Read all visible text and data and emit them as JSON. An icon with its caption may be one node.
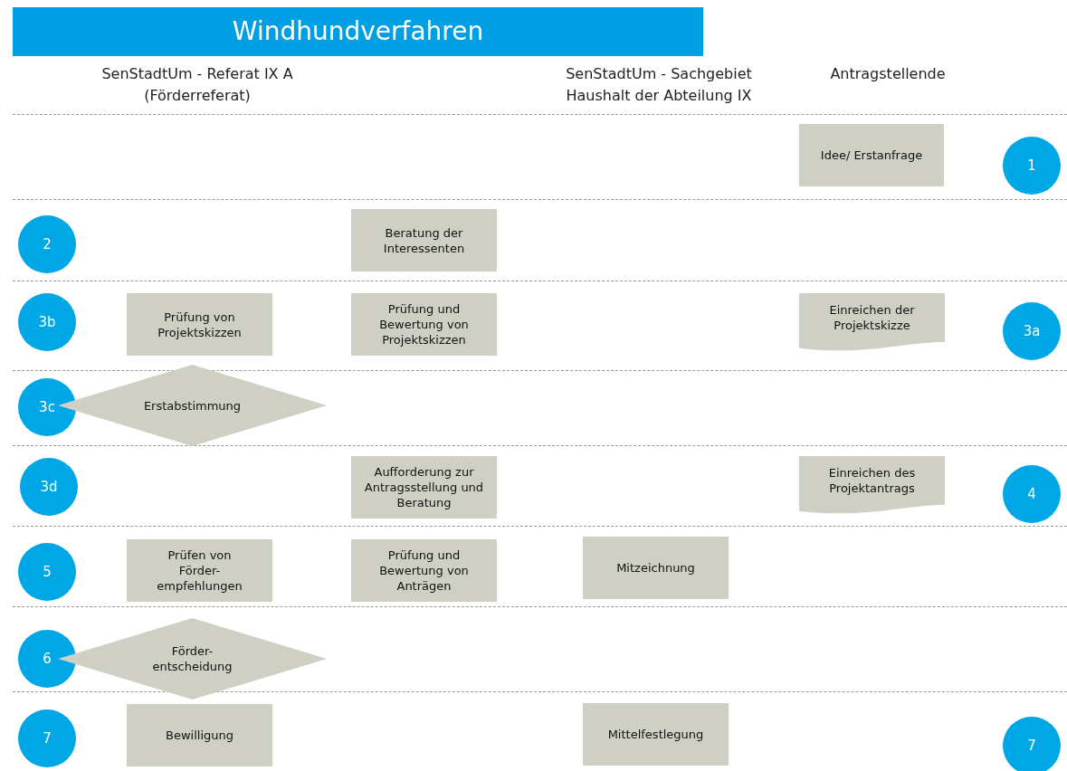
{
  "diagram": {
    "title": "Windhundverfahren",
    "nodes": [
      {
        "text": [
          "Idee/ Erstanfrage"
        ]
      },
      {
        "text": [
          "1"
        ]
      },
      {
        "text": [
          "2"
        ]
      },
      {
        "text": [
          "Beratung der Interessenten"
        ]
      },
      {
        "text": [
          "3b"
        ]
      },
      {
        "text": [
          "Prüfung von Projektskizzen"
        ]
      },
      {
        "text": [
          "Prüfung und Bewertung von Projektskizzen"
        ]
      },
      {
        "text": [
          "Einreichen der Projektskizze"
        ]
      },
      {
        "text": [
          "3a"
        ]
      },
      {
        "text": [
          "3c"
        ]
      },
      {
        "text": [
          "Erstabstimmung"
        ]
      },
      {
        "text": [
          "3d"
        ]
      },
      {
        "text": [
          "Aufforderung zur Antragsstellung und Beratung"
        ]
      },
      {
        "text": [
          "Einreichen des Projektantrags"
        ]
      },
      {
        "text": [
          "4"
        ]
      },
      {
        "text": [
          "5"
        ]
      },
      {
        "text": [
          "Prüfen von Förder- empfehlungen"
        ]
      },
      {
        "text": [
          "Prüfung und Bewertung von Anträgen"
        ]
      },
      {
        "text": [
          "Mitzeichnung"
        ]
      },
      {
        "text": [
          "6"
        ]
      },
      {
        "text": [
          "Förder- entscheidung"
        ]
      },
      {
        "text": [
          "7"
        ]
      },
      {
        "text": [
          "Bewilligung"
        ]
      },
      {
        "text": [
          "Mittelfestlegung"
        ]
      },
      {
        "text": [
          "7"
        ]
      }
    ],
    "labels": [
      "SenStadtUm - Referat IX A (Förderreferat)",
      "SenStadtUm - Sachgebiet Haushalt der Abteilung IX",
      "Antragstellende"
    ]
  }
}
